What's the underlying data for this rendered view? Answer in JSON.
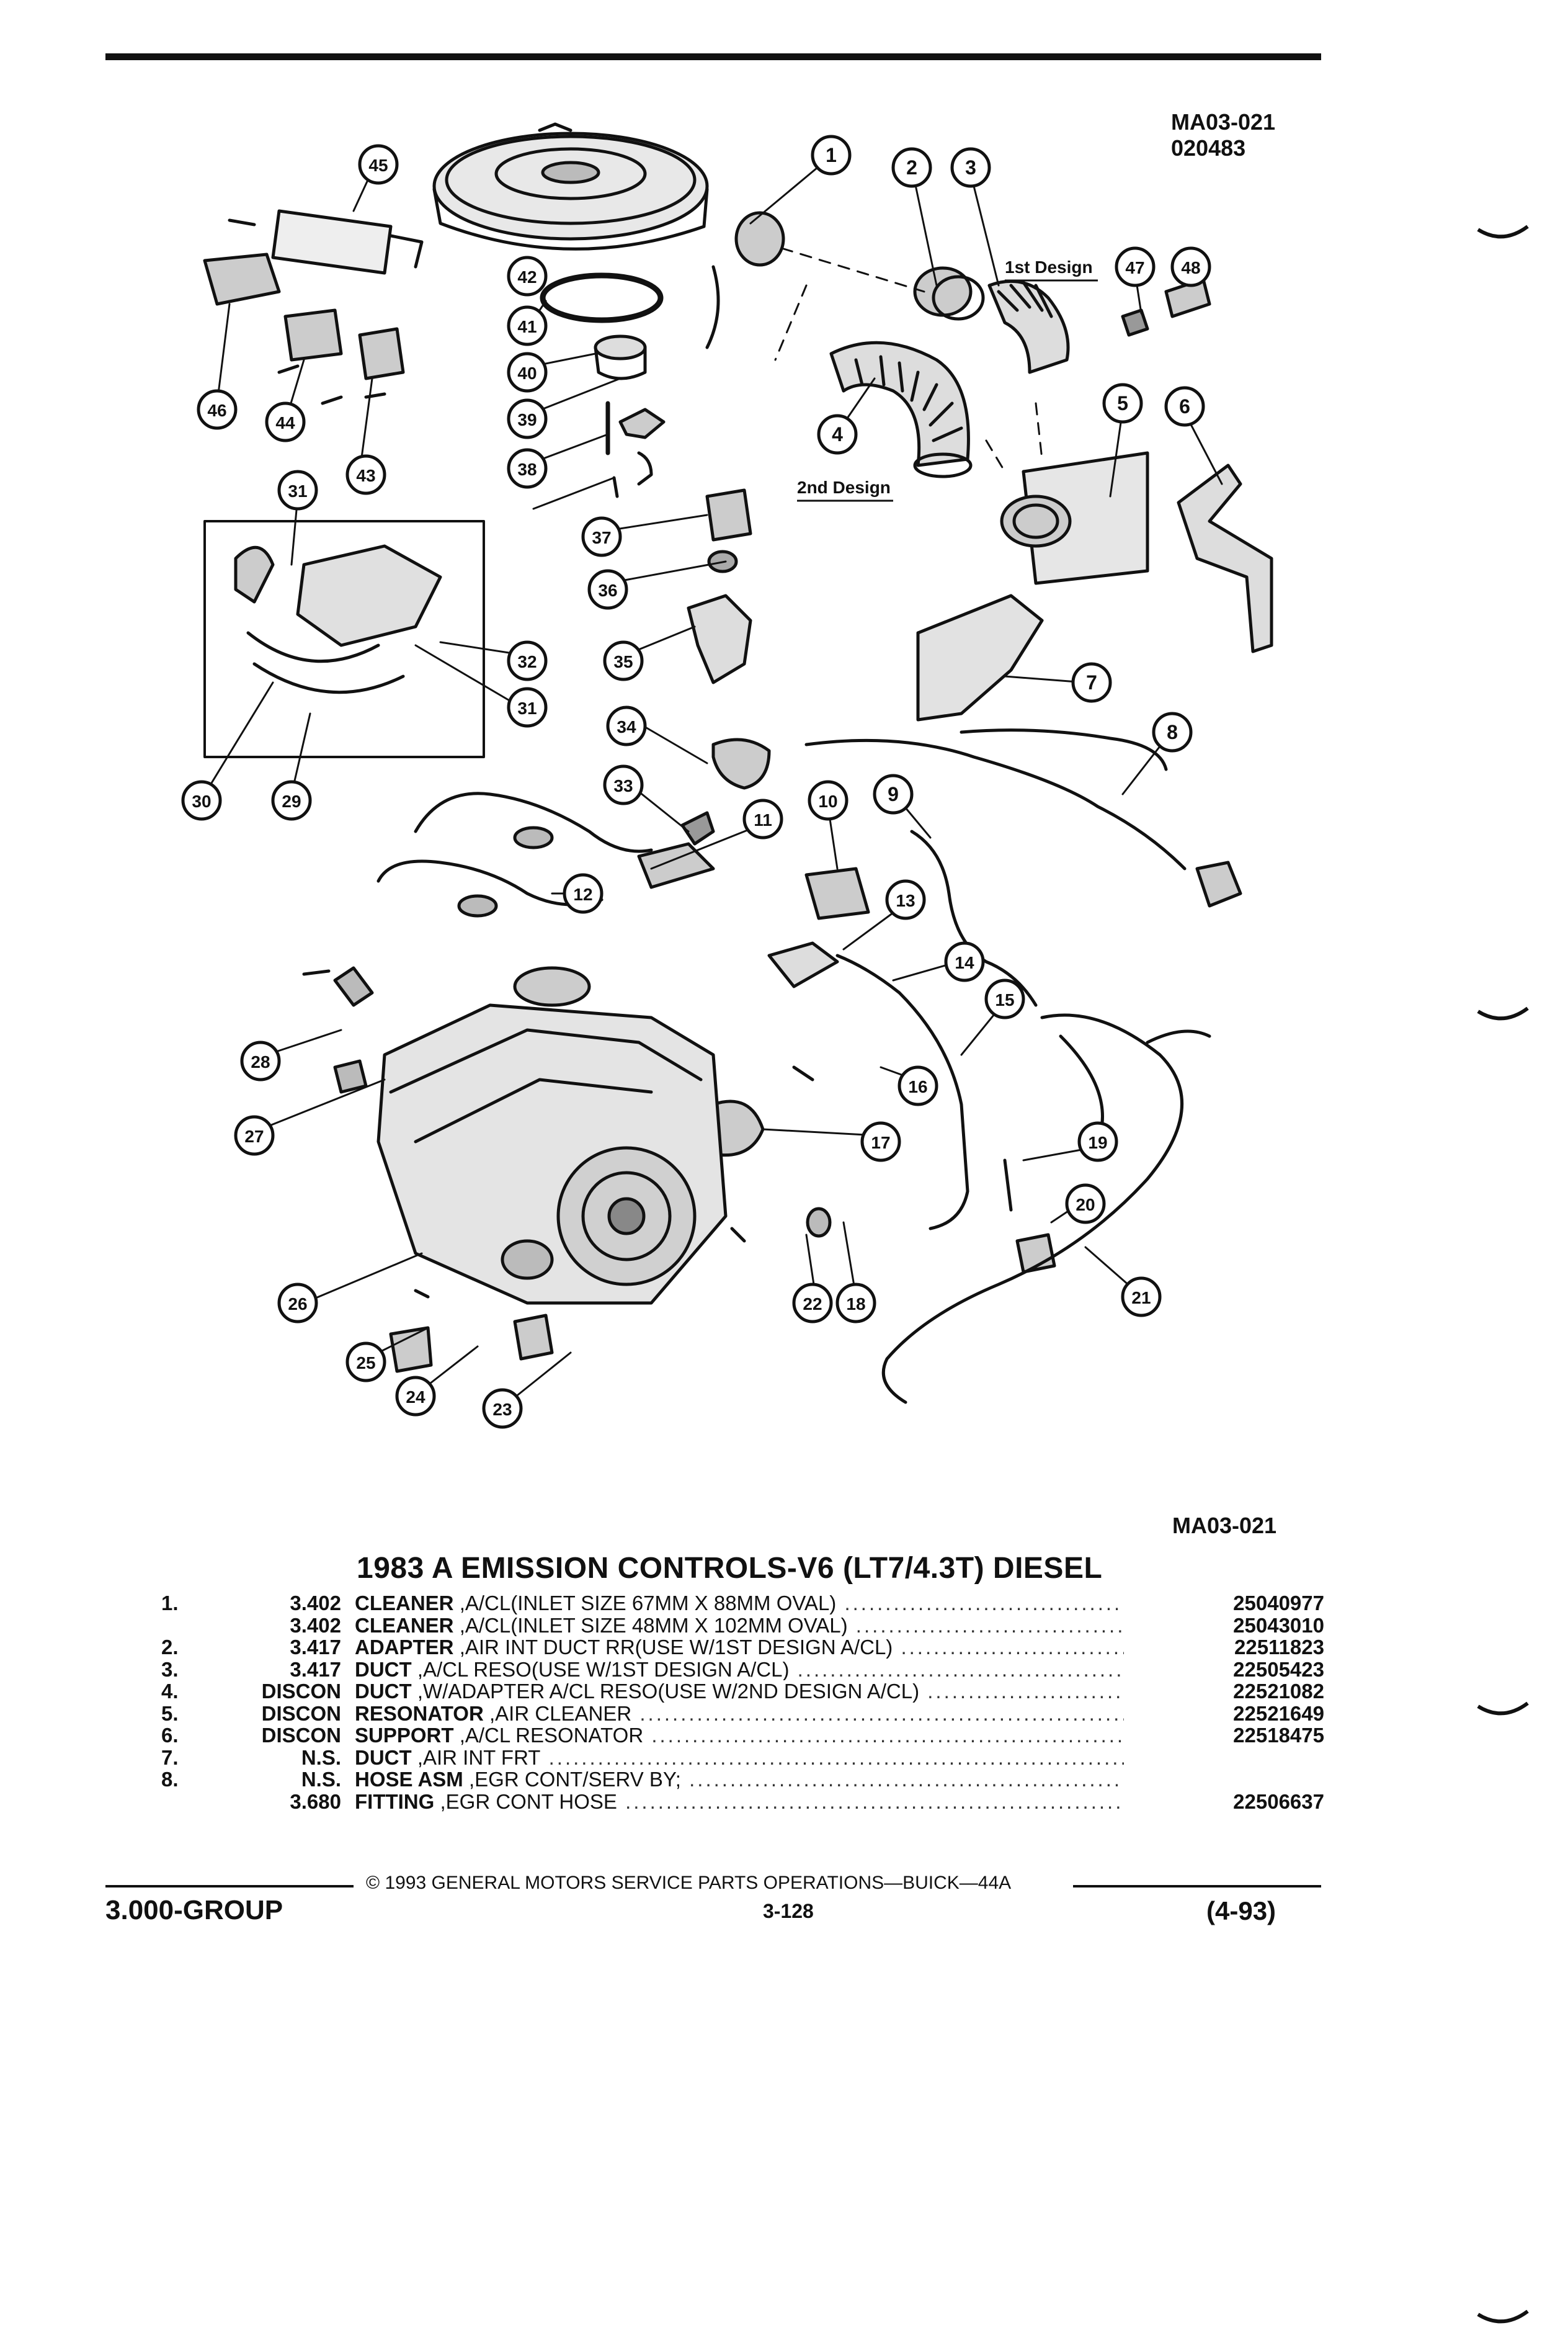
{
  "header": {
    "figure_code": "MA03-021",
    "figure_date": "020483",
    "figure_code_bottom": "MA03-021"
  },
  "diagram": {
    "callouts": [
      "1",
      "2",
      "3",
      "4",
      "5",
      "6",
      "7",
      "8",
      "9",
      "10",
      "11",
      "12",
      "13",
      "14",
      "15",
      "16",
      "17",
      "18",
      "19",
      "20",
      "21",
      "22",
      "23",
      "24",
      "25",
      "26",
      "27",
      "28",
      "29",
      "30",
      "31",
      "32",
      "33",
      "34",
      "35",
      "36",
      "37",
      "38",
      "39",
      "40",
      "41",
      "42",
      "43",
      "44",
      "45",
      "46",
      "47",
      "48"
    ],
    "labels": {
      "first_design": "1st Design",
      "second_design": "2nd Design"
    }
  },
  "title": "1983 A EMISSION CONTROLS-V6 (LT7/4.3T) DIESEL",
  "parts": [
    {
      "item": "1.",
      "code": "3.402",
      "name": "CLEANER",
      "detail": ",A/CL(INLET SIZE 67MM X 88MM OVAL)",
      "part_no": "25040977"
    },
    {
      "item": "",
      "code": "3.402",
      "name": "CLEANER",
      "detail": ",A/CL(INLET SIZE 48MM X 102MM OVAL)",
      "part_no": "25043010"
    },
    {
      "item": "2.",
      "code": "3.417",
      "name": "ADAPTER",
      "detail": ",AIR INT DUCT RR(USE W/1ST DESIGN A/CL)",
      "part_no": "22511823"
    },
    {
      "item": "3.",
      "code": "3.417",
      "name": "DUCT",
      "detail": ",A/CL RESO(USE W/1ST DESIGN A/CL)",
      "part_no": "22505423"
    },
    {
      "item": "4.",
      "code": "DISCON",
      "name": "DUCT",
      "detail": ",W/ADAPTER A/CL RESO(USE W/2ND DESIGN A/CL)",
      "part_no": "22521082"
    },
    {
      "item": "5.",
      "code": "DISCON",
      "name": "RESONATOR",
      "detail": ",AIR CLEANER",
      "part_no": "22521649"
    },
    {
      "item": "6.",
      "code": "DISCON",
      "name": "SUPPORT",
      "detail": ",A/CL RESONATOR",
      "part_no": "22518475"
    },
    {
      "item": "7.",
      "code": "N.S.",
      "name": "DUCT",
      "detail": ",AIR INT FRT",
      "part_no": ""
    },
    {
      "item": "8.",
      "code": "N.S.",
      "name": "HOSE ASM",
      "detail": ",EGR CONT/SERV BY;",
      "part_no": ""
    },
    {
      "item": "",
      "code": "3.680",
      "name": "FITTING",
      "detail": ",EGR CONT HOSE",
      "part_no": "22506637"
    }
  ],
  "footer": {
    "copyright": "© 1993 GENERAL MOTORS SERVICE PARTS OPERATIONS—BUICK—44A",
    "group": "3.000-GROUP",
    "page": "3-128",
    "revision": "(4-93)"
  }
}
